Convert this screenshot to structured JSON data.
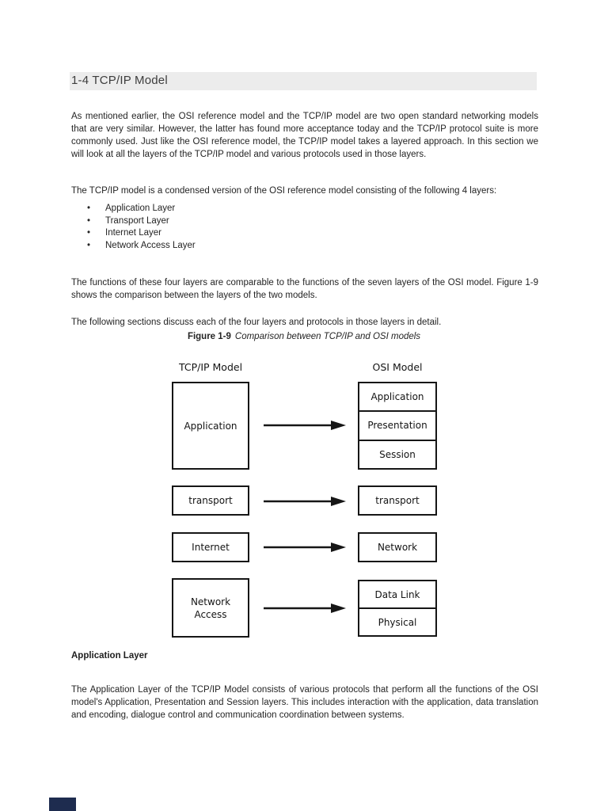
{
  "document": {
    "section_title": "1-4 TCP/IP Model",
    "intro_paragraph": "As mentioned earlier, the OSI reference model and the TCP/IP model are two open standard networking models that are very similar.  However, the latter has found more acceptance today and the TCP/IP protocol suite is more commonly used. Just like the OSI reference model, the TCP/IP model takes a layered approach. In this section we will look at all the layers of the TCP/IP model and various protocols used in those layers.",
    "condensed_paragraph": "The TCP/IP model is a condensed version of the OSI reference model consisting of the following 4 layers:",
    "layers_list": [
      "Application Layer",
      "Transport Layer",
      "Internet Layer",
      "Network Access Layer"
    ],
    "functions_paragraph": "The functions of these four layers are comparable to the functions of the seven layers of the OSI model. Figure 1-9 shows the comparison between the layers of the two models.",
    "following_paragraph": "The following sections discuss each of the four layers and protocols in those layers in detail.",
    "figure": {
      "label": "Figure 1-9",
      "caption": "Comparison between TCP/IP and OSI models"
    },
    "diagram": {
      "left_header": "TCP/IP Model",
      "right_header": "OSI Model",
      "tcpip_layers": [
        "Application",
        "transport",
        "Internet",
        "Network Access"
      ],
      "osi_group_1": [
        "Application",
        "Presentation",
        "Session"
      ],
      "osi_layer_transport": "transport",
      "osi_layer_network": "Network",
      "osi_group_4": [
        "Data Link",
        "Physical"
      ]
    },
    "subsection_heading": "Application Layer",
    "subsection_paragraph": "The Application Layer of the TCP/IP Model consists of various protocols that perform all the functions of the OSI model's Application, Presentation and Session layers. This includes interaction with the application, data translation and encoding, dialogue control and communication coordination between systems.",
    "colors": {
      "title_bar_bg": "#ececec",
      "body_text": "#242424",
      "diagram_stroke": "#161616",
      "footer_fragment_bg": "#1e2c4f"
    }
  }
}
